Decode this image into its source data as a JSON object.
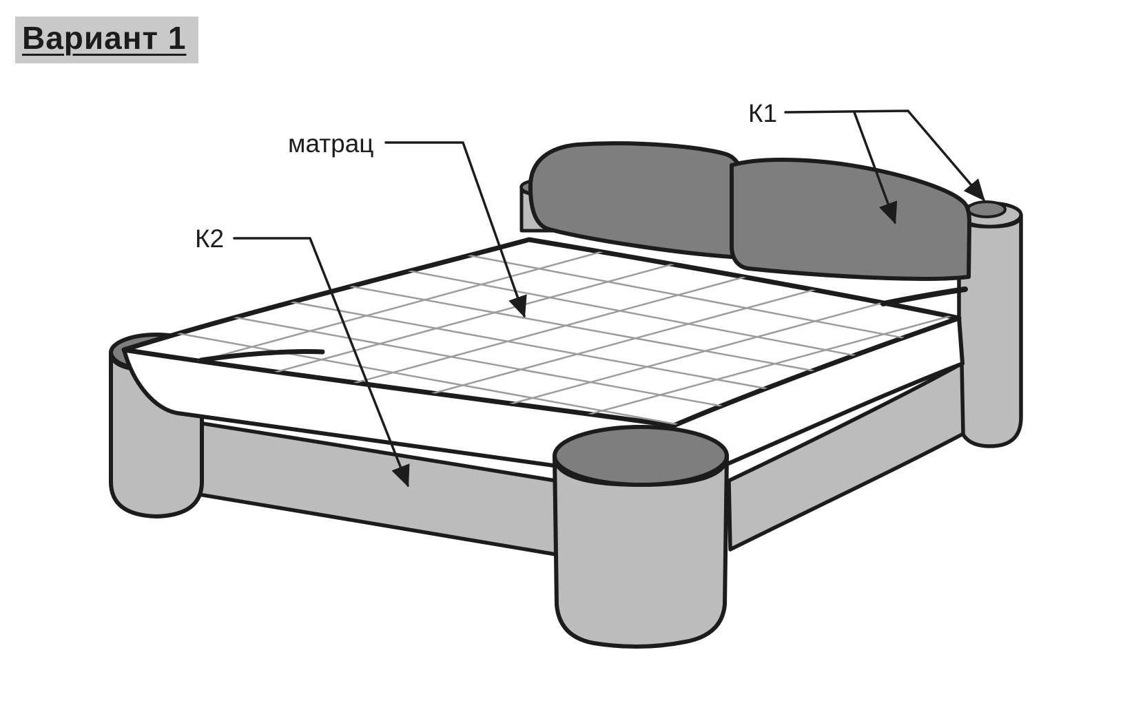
{
  "title": {
    "text": "Вариант 1"
  },
  "labels": {
    "mattress": "матрац",
    "k1": "К1",
    "k2": "К2"
  },
  "annotations": [
    {
      "label": "матрац",
      "points_to": "quilted mattress top surface"
    },
    {
      "label": "К1",
      "points_to": "headboard cushion and right corner post top"
    },
    {
      "label": "К2",
      "points_to": "left side frame rail"
    }
  ],
  "colors": {
    "outline": "#1c1c1c",
    "frame_gray": "#bcbcbc",
    "dark_gray": "#7e7e7e",
    "mattress_white": "#ffffff",
    "quilt_line": "#9c9c9c",
    "title_bg": "#c9c9c9"
  }
}
